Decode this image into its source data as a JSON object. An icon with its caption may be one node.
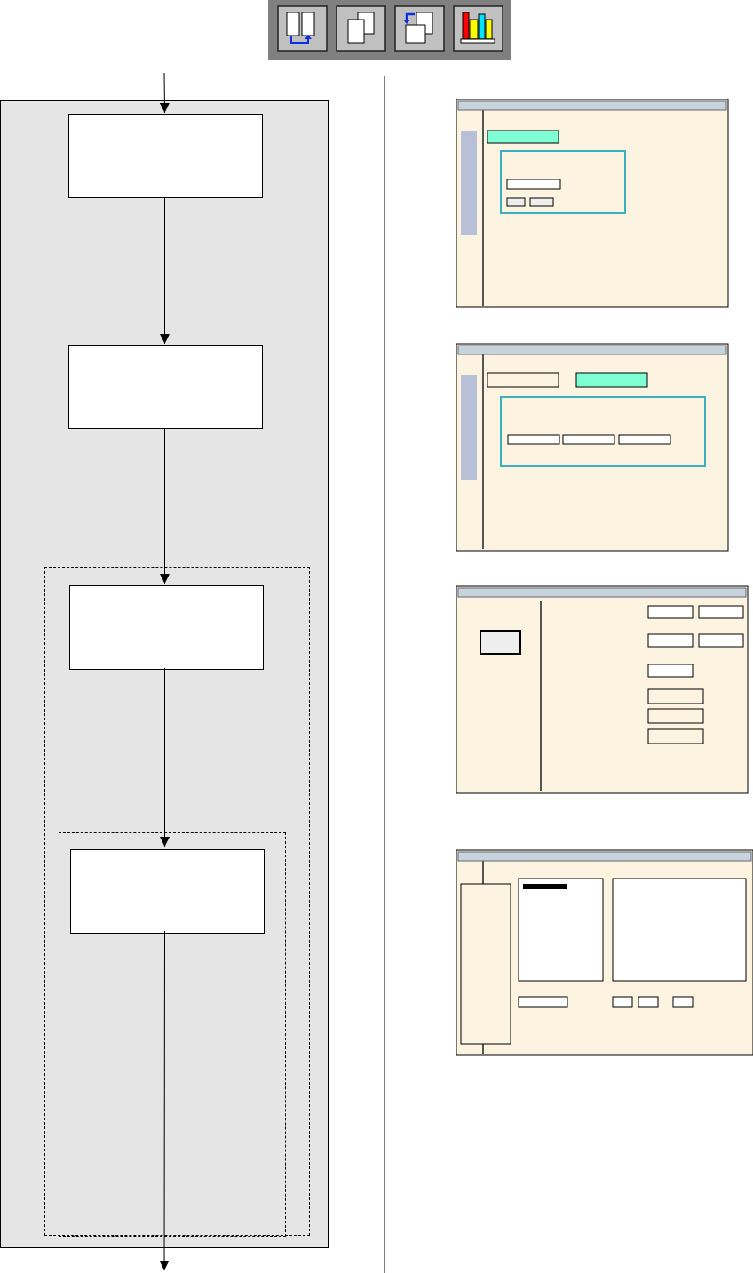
{
  "diagram": {
    "nodes": [
      {
        "text": [],
        "shape": "box"
      },
      {
        "text": [],
        "shape": "box",
        "in": 0
      },
      {
        "text": [],
        "shape": "box",
        "in": 0
      },
      {
        "text": [],
        "shape": "box",
        "in": 0
      },
      {
        "text": [],
        "shape": "box",
        "in": 3
      },
      {
        "text": [],
        "shape": "box",
        "in": 3
      },
      {
        "text": [],
        "shape": "box",
        "in": 5
      }
    ],
    "edges": [
      {
        "from": null,
        "to": 1,
        "arrow": "to"
      },
      {
        "from": 1,
        "to": 2,
        "arrow": "to"
      },
      {
        "from": 2,
        "to": 4,
        "arrow": "to"
      },
      {
        "from": 4,
        "to": 6,
        "arrow": "to"
      },
      {
        "from": 6,
        "to": null,
        "arrow": "to"
      }
    ]
  }
}
